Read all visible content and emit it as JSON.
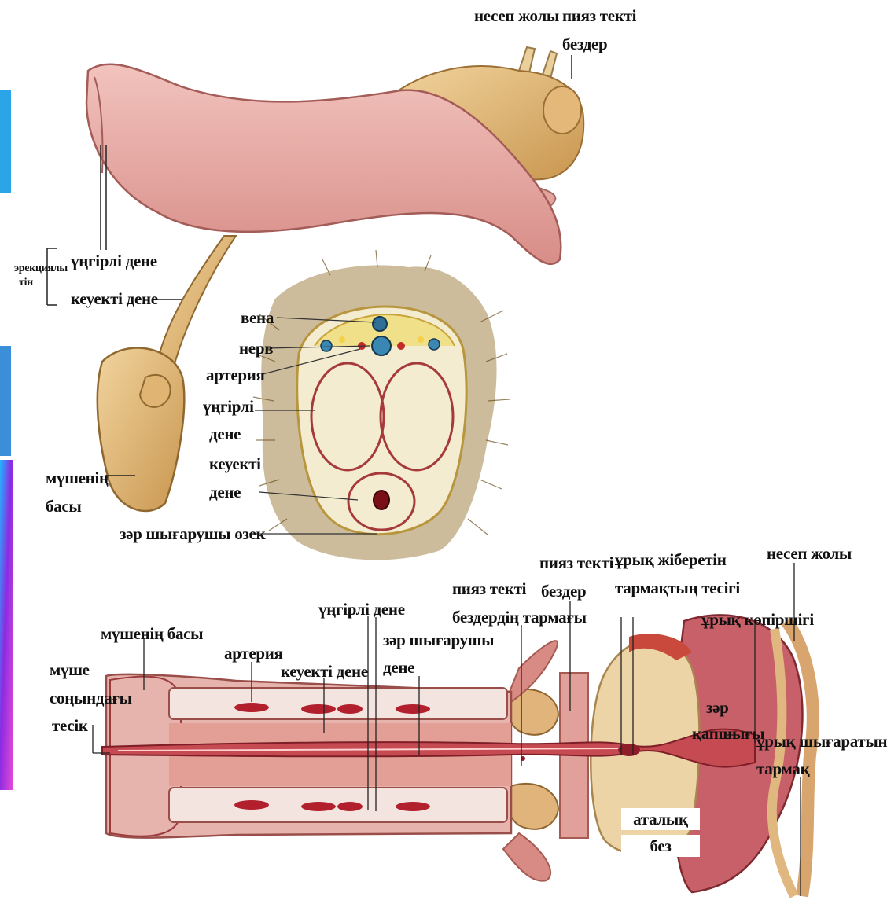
{
  "labels": {
    "urethra_top": "несеп жолы",
    "bulbo_glands_top_1": "пияз текті",
    "bulbo_glands_top_2": "бездер",
    "erectile_tissue_1": "эрекциялы",
    "erectile_tissue_2": "тін",
    "spongy_body_top": "үңгірлі дене",
    "cavernous_body_top": "кеуекті дене",
    "vein": "вена",
    "nerve": "нерв",
    "artery_cs": "артерия",
    "spongy_body_cs_1": "үңгірлі",
    "spongy_body_cs_2": "дене",
    "cavernous_body_cs_1": "кеуекті",
    "cavernous_body_cs_2": "дене",
    "glans_1": "мүшенің",
    "glans_2": "басы",
    "urethra_canal_cs": "зәр шығарушы өзек",
    "bulbo_glands_mid_1": "пияз текті",
    "bulbo_glands_mid_2": "бездер",
    "ejaculatory_opening_1": "ұрық жіберетін",
    "ejaculatory_opening_2": "тармақтың тесігі",
    "ureter_bottom": "несеп жолы",
    "bulbo_ducts_1": "пияз текті",
    "bulbo_ducts_2": "бездердің тармағы",
    "spongy_body_bottom": "үңгірлі дене",
    "seminal_vesicle": "ұрық көпіршігі",
    "glans_bottom": "мүшенің басы",
    "urethra_bottom_1": "зәр шығарушы",
    "urethra_bottom_2": "дене",
    "artery_bottom": "артерия",
    "cavernous_body_bottom": "кеуекті дене",
    "external_opening_1": "мүше",
    "external_opening_2": "соңындағы",
    "external_opening_3": "тесік",
    "bladder_1": "зәр",
    "bladder_2": "қапшығы",
    "vas_deferens_1": "ұрық шығаратын",
    "vas_deferens_2": "тармақ",
    "prostate_1": "аталық",
    "prostate_2": "без"
  },
  "colors": {
    "skin_pink": "#e9a9a3",
    "gland_tan": "#e6c089",
    "spongy_red": "#c9424a",
    "hair_brown": "#8a6a2c",
    "vein_blue": "#2f6e96"
  }
}
